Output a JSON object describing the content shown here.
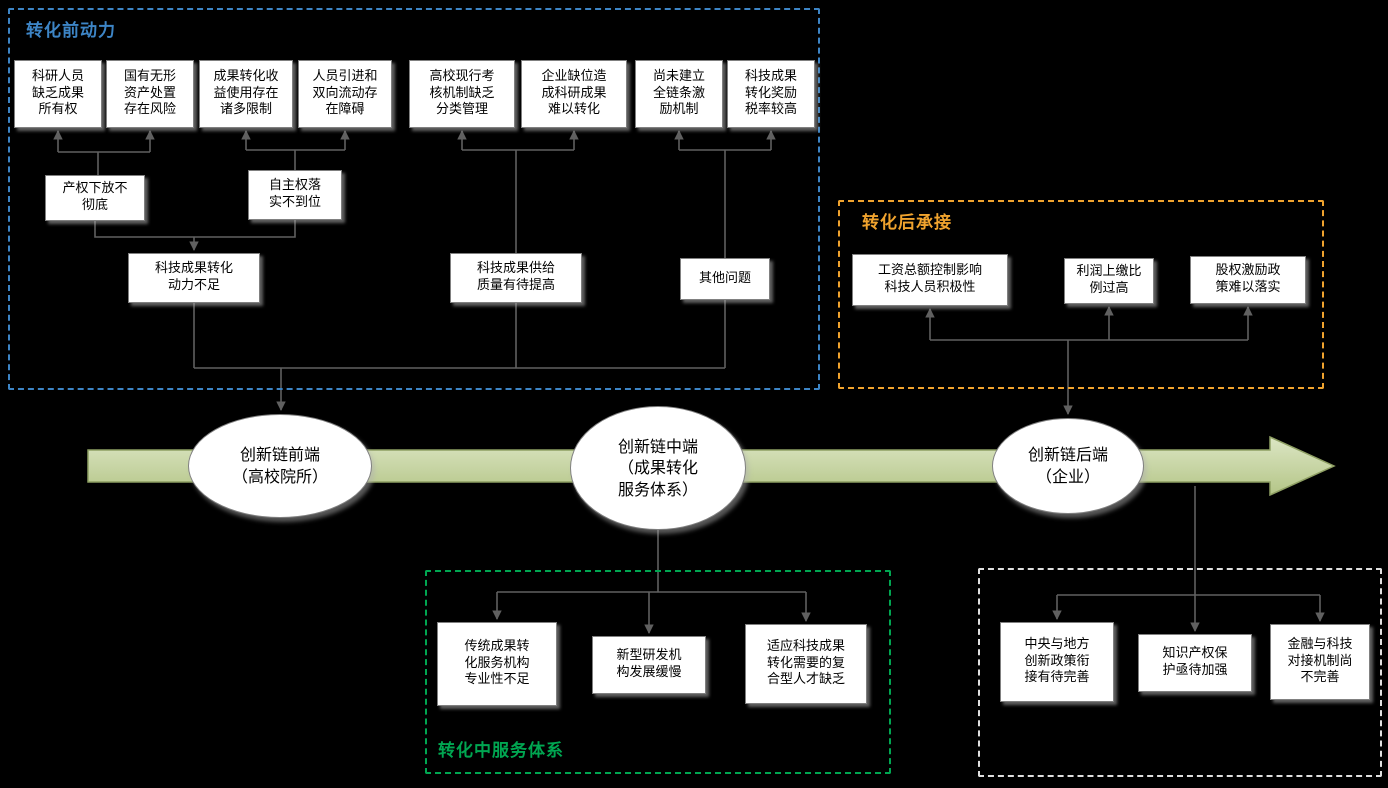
{
  "theme": {
    "background": "#000000",
    "box_fill": "#ffffff",
    "box_border": "#808080",
    "box_text": "#000000",
    "connector": "#606060",
    "arrow_fill_light": "#dce6c4",
    "arrow_fill_dark": "#b4c587",
    "arrow_border": "#8e9f63",
    "pre_color": "#3d85c6",
    "post_color": "#f0a32e",
    "service_color": "#00a651",
    "enterprise_border": "#e0e0e0"
  },
  "groups": {
    "pre": {
      "title": "转化前动力"
    },
    "post": {
      "title": "转化后承接"
    },
    "service": {
      "title": "转化中服务体系"
    }
  },
  "chain": {
    "front": "创新链前端\n（高校院所）",
    "middle": "创新链中端\n（成果转化\n服务体系）",
    "back": "创新链后端\n（企业）"
  },
  "boxes": {
    "ownership_lack": "科研人员\n缺乏成果\n所有权",
    "state_asset_risk": "国有无形\n资产处置\n存在风险",
    "income_use_limits": "成果转化收\n益使用存在\n诸多限制",
    "talent_flow_barrier": "人员引进和\n双向流动存\n在障碍",
    "evaluation_mechanism": "高校现行考\n核机制缺乏\n分类管理",
    "enterprise_absence": "企业缺位造\n成科研成果\n难以转化",
    "incentive_chain_missing": "尚未建立\n全链条激\n励机制",
    "reward_tax_high": "科技成果\n转化奖励\n税率较高",
    "property_devolution": "产权下放不\n彻底",
    "autonomy_gap": "自主权落\n实不到位",
    "motivation_insufficient": "科技成果转化\n动力不足",
    "supply_quality": "科技成果供给\n质量有待提高",
    "other_issues": "其他问题",
    "salary_cap": "工资总额控制影响\n科技人员积极性",
    "profit_ratio_high": "利润上缴比\n例过高",
    "equity_incentive_hard": "股权激励政\n策难以落实",
    "traditional_agency_weak": "传统成果转\n化服务机构\n专业性不足",
    "new_rd_slow": "新型研发机\n构发展缓慢",
    "composite_talent_lack": "适应科技成果\n转化需要的复\n合型人才缺乏",
    "policy_alignment": "中央与地方\n创新政策衔\n接有待完善",
    "ip_protection": "知识产权保\n护亟待加强",
    "finance_tech_gap": "金融与科技\n对接机制尚\n不完善"
  }
}
